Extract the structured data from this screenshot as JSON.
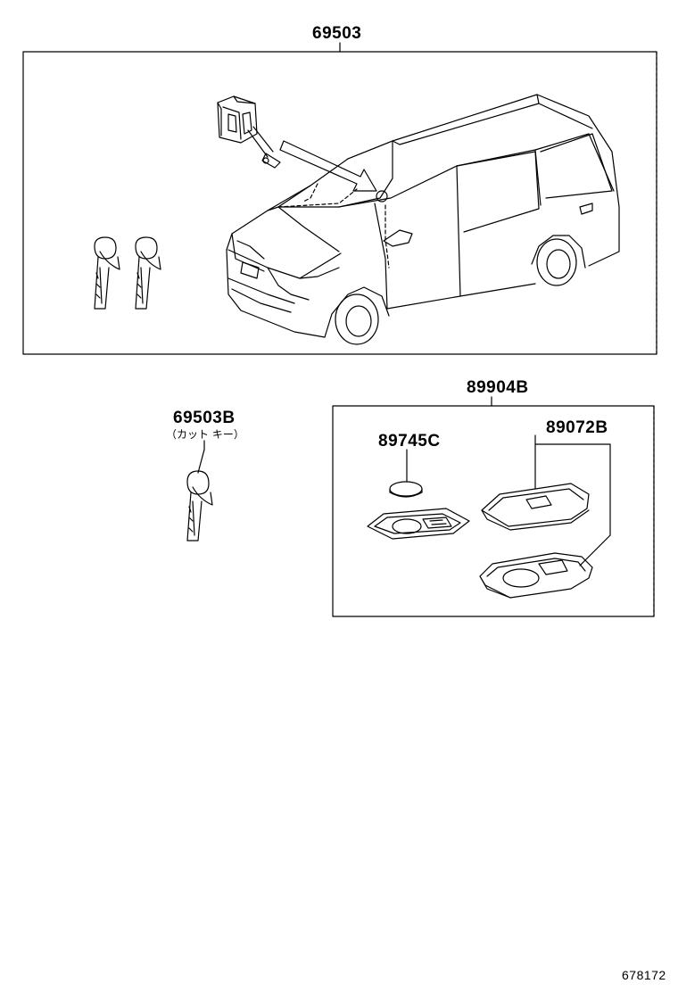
{
  "labels": {
    "assembly_kit": "69503",
    "cut_key": "69503B",
    "cut_key_note": "（カット キー）",
    "transmitter_assy": "89904B",
    "battery": "89745C",
    "transmitter_case": "89072B"
  },
  "figure_number": "678172"
}
